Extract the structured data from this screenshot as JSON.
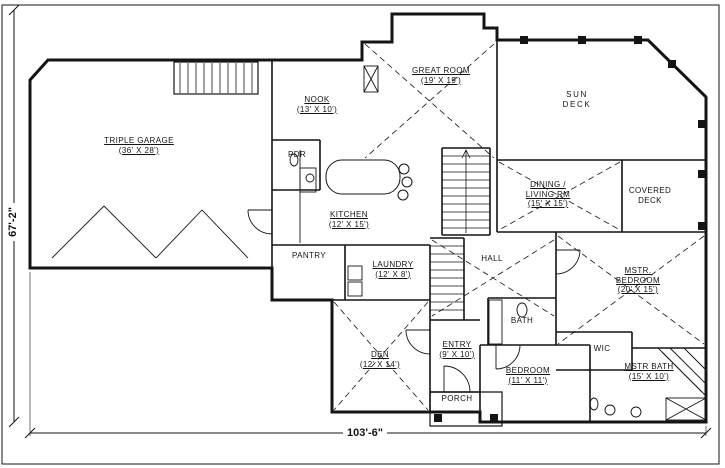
{
  "dimensions": {
    "bottom_label": "103'-6\"",
    "left_label": "67'-2\""
  },
  "rooms": {
    "triple_garage": {
      "lines": [
        "TRIPLE GARAGE",
        "(36' X 28')"
      ]
    },
    "nook": {
      "lines": [
        "NOOK",
        "(13' X 10')"
      ]
    },
    "great_room": {
      "lines": [
        "GREAT ROOM",
        "(19' X 19')"
      ]
    },
    "sun_deck": {
      "lines": [
        "SUN",
        "DECK"
      ]
    },
    "pdr": {
      "lines": [
        "PDR"
      ]
    },
    "kitchen": {
      "lines": [
        "KITCHEN",
        "(12' X 15')"
      ]
    },
    "dining_living": {
      "lines": [
        "DINING /",
        "LIVING RM",
        "(15' X 15')"
      ]
    },
    "covered_deck": {
      "lines": [
        "COVERED",
        "DECK"
      ]
    },
    "pantry": {
      "lines": [
        "PANTRY"
      ]
    },
    "laundry": {
      "lines": [
        "LAUNDRY",
        "(12' X 8')"
      ]
    },
    "hall": {
      "lines": [
        "HALL"
      ]
    },
    "mstr_bedroom": {
      "lines": [
        "MSTR.",
        "BEDROOM",
        "(20' X 15')"
      ]
    },
    "den": {
      "lines": [
        "DEN",
        "(12' X 14')"
      ]
    },
    "entry": {
      "lines": [
        "ENTRY",
        "(9' X 10')"
      ]
    },
    "bath": {
      "lines": [
        "BATH"
      ]
    },
    "wic": {
      "lines": [
        "WIC"
      ]
    },
    "bedroom": {
      "lines": [
        "BEDROOM",
        "(11' X 11')"
      ]
    },
    "mstr_bath": {
      "lines": [
        "MSTR BATH",
        "(15' X 10')"
      ]
    },
    "porch": {
      "lines": [
        "PORCH"
      ]
    }
  },
  "colors": {
    "ink": "#141414",
    "paper": "#ffffff"
  }
}
